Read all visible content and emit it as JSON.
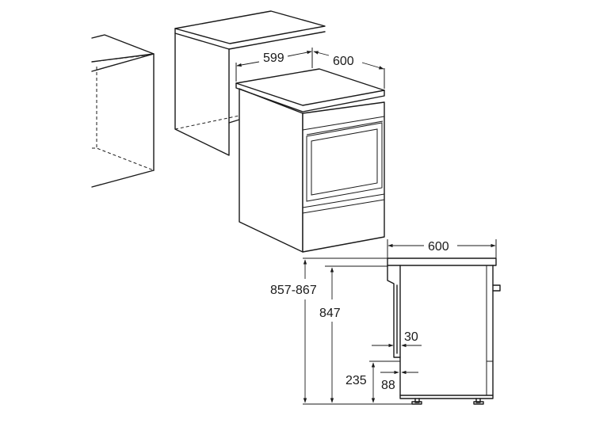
{
  "dimensions": {
    "depth_top": "599",
    "width_top": "600",
    "width_side": "600",
    "height_range": "857-867",
    "height_body": "847",
    "offset_30": "30",
    "height_235": "235",
    "offset_88": "88"
  }
}
